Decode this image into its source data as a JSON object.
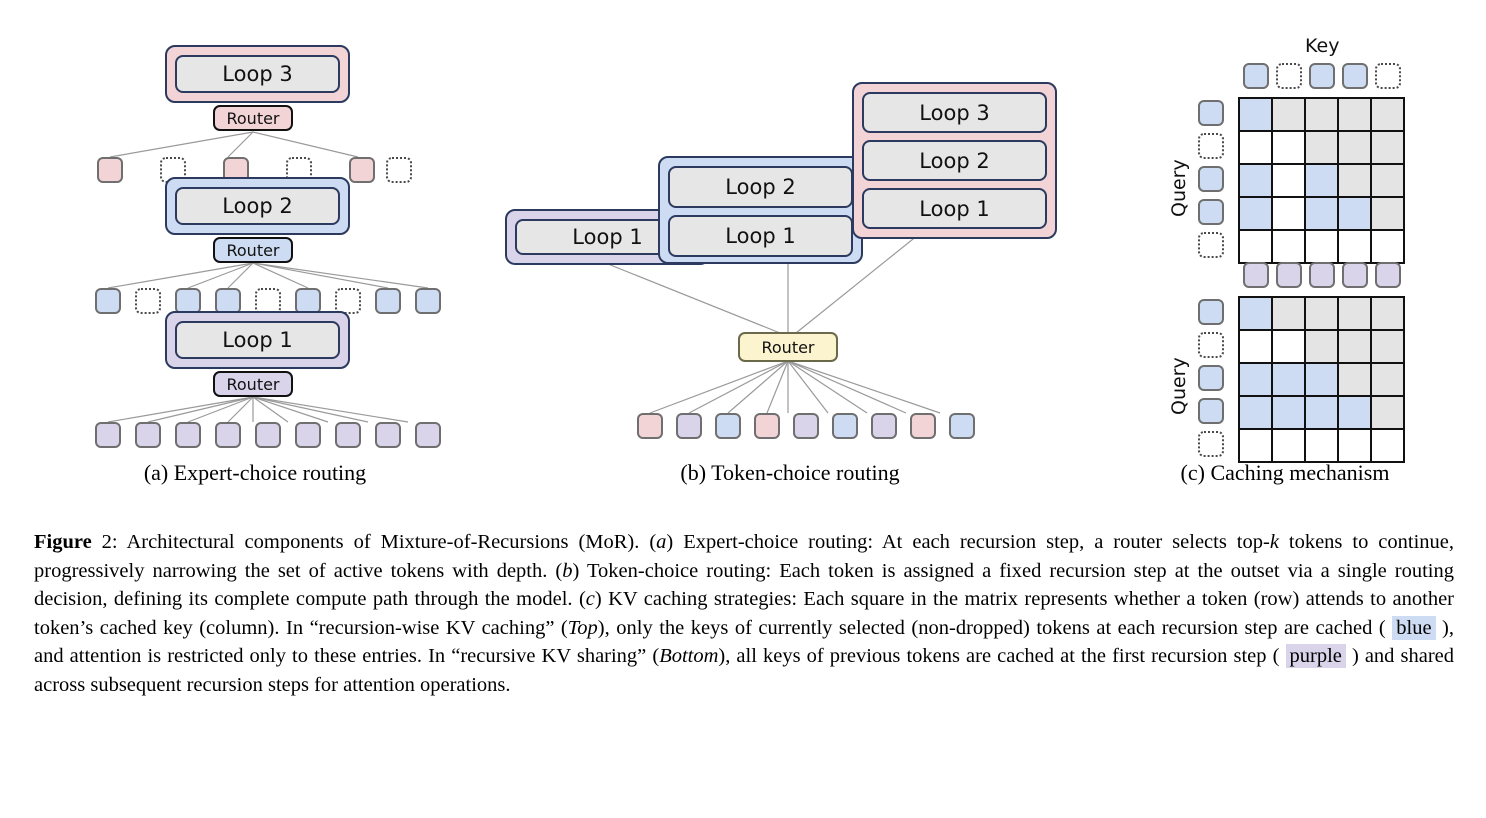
{
  "figure": {
    "label": "Figure",
    "number": "2",
    "subcaptions": [
      "(a) Expert-choice routing",
      "(b) Token-choice routing",
      "(c) Caching mechanism"
    ],
    "caption_parts": {
      "p1": ": Architectural components of Mixture-of-Recursions (MoR). (",
      "a": "a",
      "p2": ") Expert-choice routing: At each recursion step, a router selects top-",
      "k": "k",
      "p3": " tokens to continue, progressively narrowing the set of active tokens with depth. (",
      "b": "b",
      "p4": ") Token-choice routing: Each token is assigned a fixed recursion step at the outset via a single routing decision, defining its complete compute path through the model. (",
      "c": "c",
      "p5": ") KV caching strategies: Each square in the matrix represents whether a token (row) attends to another token’s cached key (column). In “recursion-wise KV caching” (",
      "top": "Top",
      "p6": "), only the keys of currently selected (non-dropped) tokens at each recursion step are cached ( ",
      "blue_word": "blue",
      "p7": " ), and attention is restricted only to these entries. In “recursive KV sharing” (",
      "bottom": "Bottom",
      "p8": "), all keys of previous tokens are cached at the first recursion step ( ",
      "purple_word": "purple",
      "p9": " ) and shared across subsequent recursion steps for attention operations."
    }
  },
  "panel_a": {
    "router_label": "Router",
    "levels": [
      {
        "loop_label": "Loop 3",
        "color": "pink",
        "tokens": [
          "pink",
          "dashed",
          "pink",
          "dashed",
          "pink",
          "dashed"
        ]
      },
      {
        "loop_label": "Loop 2",
        "color": "blue",
        "tokens": [
          "blue",
          "dashed",
          "blue",
          "blue",
          "dashed",
          "blue",
          "dashed",
          "blue",
          "blue"
        ]
      },
      {
        "loop_label": "Loop 1",
        "color": "purple",
        "tokens": [
          "purple",
          "purple",
          "purple",
          "purple",
          "purple",
          "purple",
          "purple",
          "purple",
          "purple"
        ]
      }
    ]
  },
  "panel_b": {
    "router_label": "Router",
    "experts": [
      {
        "color": "purple",
        "loops": [
          "Loop 1"
        ]
      },
      {
        "color": "blue",
        "loops": [
          "Loop 2",
          "Loop 1"
        ]
      },
      {
        "color": "pink",
        "loops": [
          "Loop 3",
          "Loop 2",
          "Loop 1"
        ]
      }
    ],
    "tokens": [
      "pink",
      "purple",
      "blue",
      "pink",
      "purple",
      "blue",
      "purple",
      "pink",
      "blue"
    ]
  },
  "panel_c": {
    "key_label": "Key",
    "query_label": "Query",
    "matrices": [
      {
        "name": "recursion-wise-kv-caching",
        "key_headers": [
          "blue",
          "dashed",
          "blue",
          "blue",
          "dashed"
        ],
        "query_headers": [
          "blue",
          "dashed",
          "blue",
          "blue",
          "dashed"
        ],
        "cells": [
          [
            "blue",
            "gray",
            "gray",
            "gray",
            "gray"
          ],
          [
            "white",
            "white",
            "gray",
            "gray",
            "gray"
          ],
          [
            "blue",
            "white",
            "blue",
            "gray",
            "gray"
          ],
          [
            "blue",
            "white",
            "blue",
            "blue",
            "gray"
          ],
          [
            "white",
            "white",
            "white",
            "white",
            "white"
          ]
        ]
      },
      {
        "name": "recursive-kv-sharing",
        "key_headers": [
          "purple",
          "purple",
          "purple",
          "purple",
          "purple"
        ],
        "query_headers": [
          "blue",
          "dashed",
          "blue",
          "blue",
          "dashed"
        ],
        "cells": [
          [
            "blue",
            "gray",
            "gray",
            "gray",
            "gray"
          ],
          [
            "white",
            "white",
            "gray",
            "gray",
            "gray"
          ],
          [
            "blue",
            "blue",
            "blue",
            "gray",
            "gray"
          ],
          [
            "blue",
            "blue",
            "blue",
            "blue",
            "gray"
          ],
          [
            "white",
            "white",
            "white",
            "white",
            "white"
          ]
        ]
      }
    ]
  },
  "colors": {
    "pink": "#f2d3d6",
    "blue": "#cddcf2",
    "purple": "#d9d4e9",
    "gray_cell": "#e4e4e4",
    "navy_border": "#2b3a5e",
    "router_yellow": "#fcf3cf"
  }
}
